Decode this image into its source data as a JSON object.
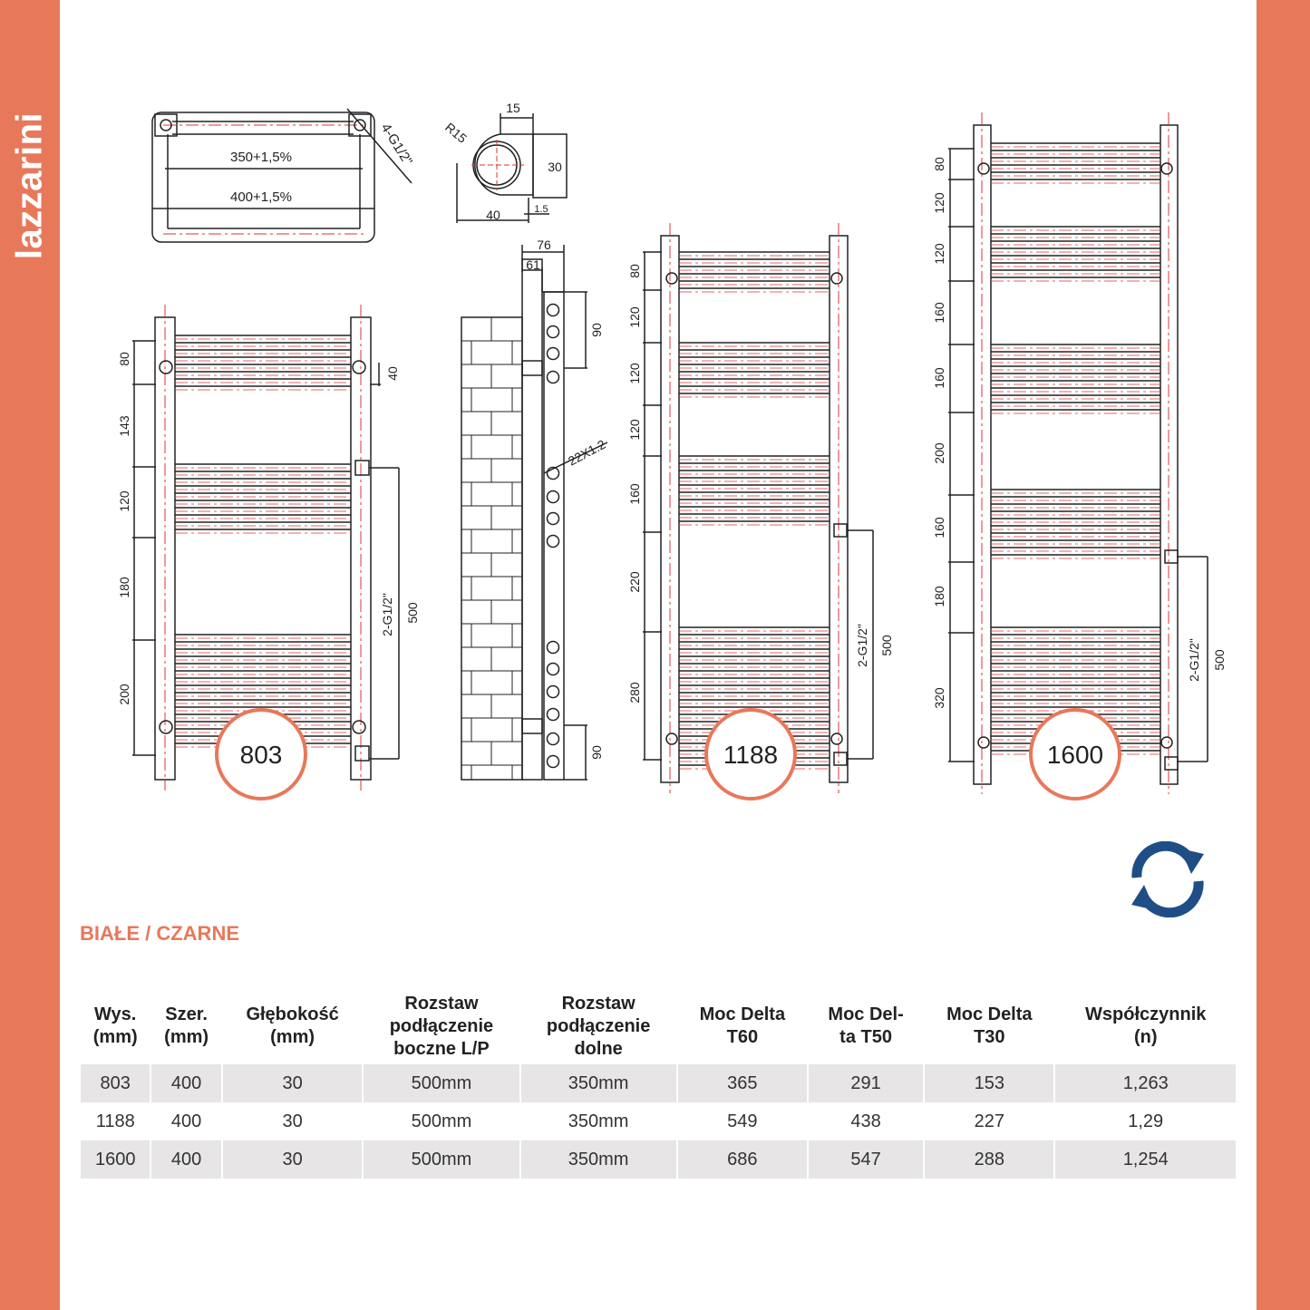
{
  "brand": {
    "name": "lazzarini",
    "accent_color": "#e8785a"
  },
  "diagram": {
    "top_view": {
      "inner": "350+1,5%",
      "outer": "400+1,5%",
      "conn": "4-G1/2\""
    },
    "pipe_detail": {
      "r": "R15",
      "w": "15",
      "h": "30",
      "d": "40",
      "t": "1.5"
    },
    "side_view": {
      "d76": "76",
      "d61": "61",
      "d90a": "90",
      "d90b": "90",
      "pipe": "22X1.2"
    },
    "radiator_803": {
      "height": "803",
      "dims": [
        "80",
        "143",
        "120",
        "180",
        "200"
      ],
      "d40": "40",
      "conn": "2-G1/2\"",
      "span": "500"
    },
    "radiator_1188": {
      "height": "1188",
      "dims": [
        "80",
        "120",
        "120",
        "120",
        "160",
        "220",
        "280"
      ],
      "conn": "2-G1/2\"",
      "span": "500"
    },
    "radiator_1600": {
      "height": "1600",
      "dims": [
        "80",
        "120",
        "120",
        "160",
        "160",
        "200",
        "160",
        "180",
        "320"
      ],
      "conn": "2-G1/2\"",
      "span": "500"
    }
  },
  "reload_icon": "reload-arrows-icon",
  "color_label": "BIAŁE / CZARNE",
  "table": {
    "headers": [
      "Wys.\n(mm)",
      "Szer.\n(mm)",
      "Głębokość\n(mm)",
      "Rozstaw\npodłączenie\nboczne L/P",
      "Rozstaw\npodłączenie\ndolne",
      "Moc Delta\nT60",
      "Moc Del-\nta T50",
      "Moc Delta\nT30",
      "Współczynnik\n(n)"
    ],
    "rows": [
      [
        "803",
        "400",
        "30",
        "500mm",
        "350mm",
        "365",
        "291",
        "153",
        "1,263"
      ],
      [
        "1188",
        "400",
        "30",
        "500mm",
        "350mm",
        "549",
        "438",
        "227",
        "1,29"
      ],
      [
        "1600",
        "400",
        "30",
        "500mm",
        "350mm",
        "686",
        "547",
        "288",
        "1,254"
      ]
    ]
  }
}
